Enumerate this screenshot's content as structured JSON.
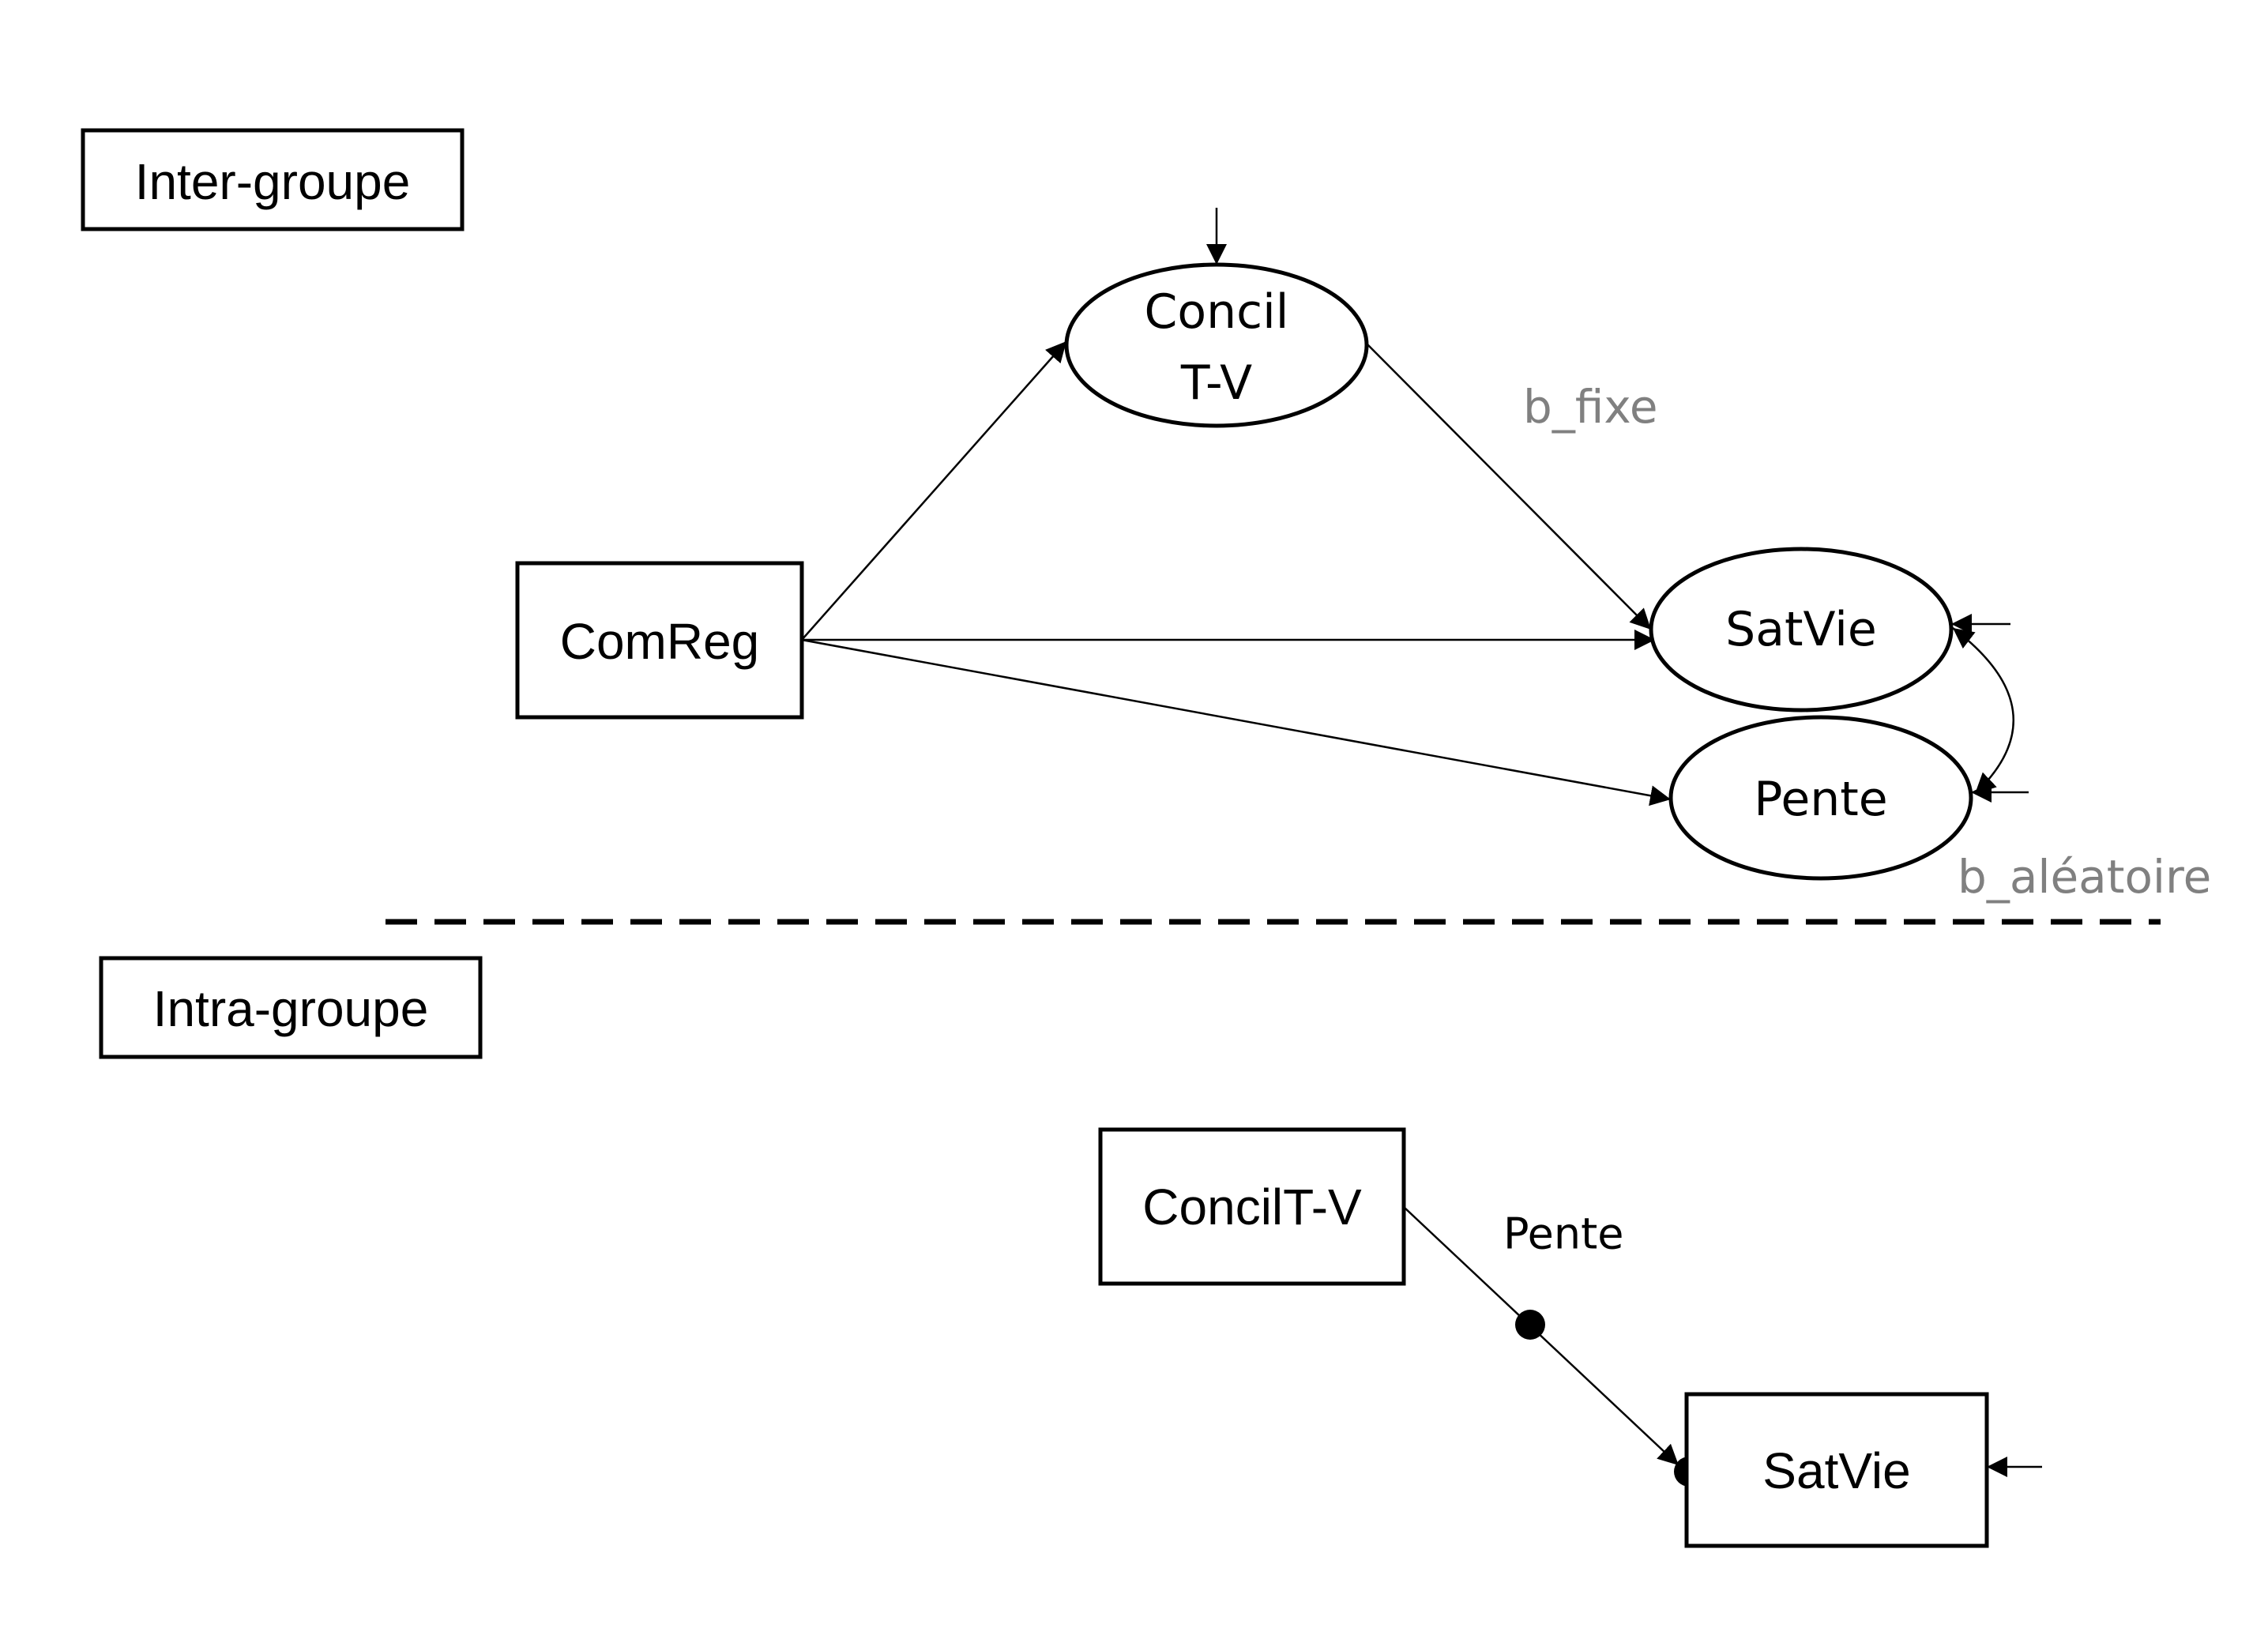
{
  "levels": {
    "between": "Inter-groupe",
    "within": "Intra-groupe"
  },
  "nodes": {
    "comreg": "ComReg",
    "concil_line1": "Concil",
    "concil_line2": "T-V",
    "satvie_between": "SatVie",
    "pente_between": "Pente",
    "concil_within": "ConcilT-V",
    "satvie_within": "SatVie"
  },
  "labels": {
    "b_fixe": "b_fixe",
    "b_aleatoire": "b_aléatoire",
    "pente_within": "Pente"
  },
  "colors": {
    "label_gray": "#808080",
    "stroke": "#000000"
  }
}
